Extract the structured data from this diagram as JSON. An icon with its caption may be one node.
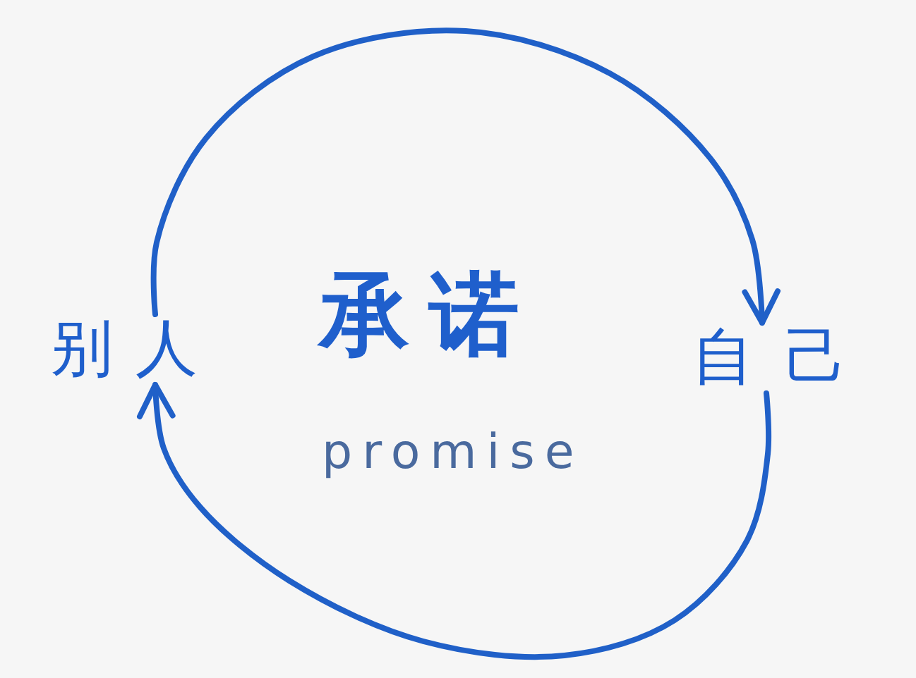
{
  "diagram": {
    "nodes": [
      {
        "text": [
          "别人"
        ]
      },
      {
        "text": [
          "自己"
        ]
      }
    ],
    "edges": [
      {
        "from": 0,
        "to": 1,
        "arrow": "to"
      },
      {
        "from": 1,
        "to": 0,
        "arrow": "to"
      }
    ],
    "labels": [
      "承诺",
      "promise"
    ]
  }
}
